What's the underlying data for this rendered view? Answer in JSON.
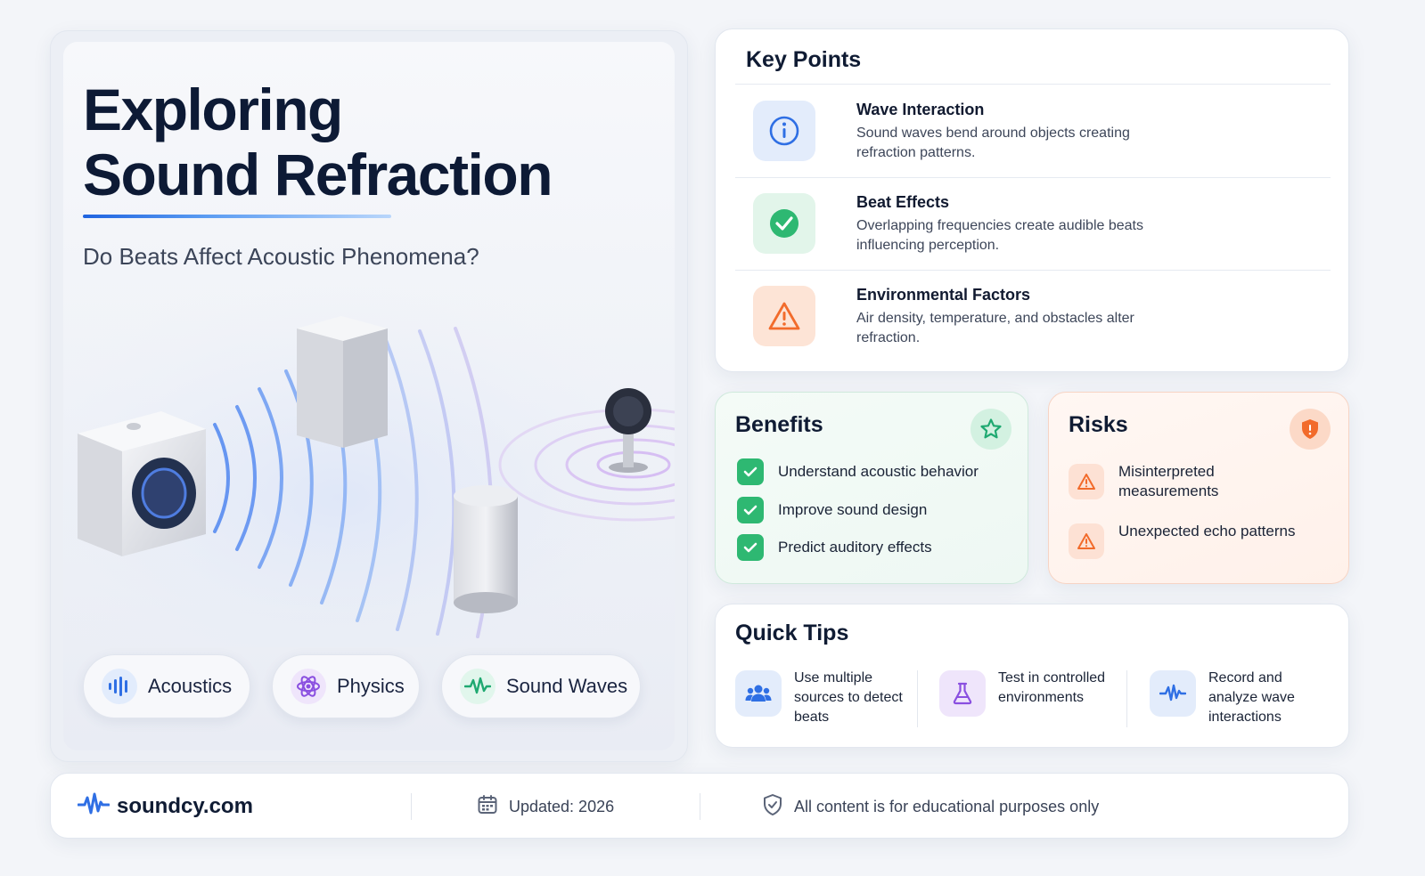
{
  "hero": {
    "title_line1": "Exploring",
    "title_line2": "Sound Refraction",
    "subtitle": "Do Beats Affect Acoustic Phenomena?",
    "chips": [
      {
        "label": "Acoustics",
        "icon": "audio-bars-icon",
        "color": "#2f6fe4"
      },
      {
        "label": "Physics",
        "icon": "atom-icon",
        "color": "#8a4fe0"
      },
      {
        "label": "Sound Waves",
        "icon": "waveform-icon",
        "color": "#1fa971"
      }
    ]
  },
  "key_points": {
    "title": "Key Points",
    "items": [
      {
        "heading": "Wave Interaction",
        "text": "Sound waves bend around objects creating refraction patterns.",
        "icon": "info-icon",
        "color": "#2f6fe4"
      },
      {
        "heading": "Beat Effects",
        "text": "Overlapping frequencies create audible beats influencing perception.",
        "icon": "check-circle-icon",
        "color": "#2eb872"
      },
      {
        "heading": "Environmental Factors",
        "text": "Air density, temperature, and obstacles alter refraction.",
        "icon": "warning-icon",
        "color": "#f26b2b"
      }
    ]
  },
  "benefits": {
    "title": "Benefits",
    "badge_icon": "star-icon",
    "items": [
      "Understand acoustic behavior",
      "Improve sound design",
      "Predict auditory effects"
    ]
  },
  "risks": {
    "title": "Risks",
    "badge_icon": "shield-alert-icon",
    "items": [
      "Misinterpreted measurements",
      "Unexpected echo patterns"
    ]
  },
  "quick_tips": {
    "title": "Quick Tips",
    "items": [
      {
        "label": "Use multiple sources to detect beats",
        "icon": "users-icon",
        "color": "#2f6fe4"
      },
      {
        "label": "Test in controlled environments",
        "icon": "flask-icon",
        "color": "#8a4fe0"
      },
      {
        "label": "Record and analyze wave interactions",
        "icon": "waveform-icon",
        "color": "#2f6fe4"
      }
    ]
  },
  "footer": {
    "brand": "soundcy.com",
    "updated": "Updated: 2026",
    "disclaimer": "All content is for educational purposes only"
  },
  "colors": {
    "accent_blue": "#2f6fe4",
    "accent_green": "#2eb872",
    "accent_orange": "#f26b2b",
    "accent_purple": "#8a4fe0",
    "title_navy": "#0d1a35"
  }
}
